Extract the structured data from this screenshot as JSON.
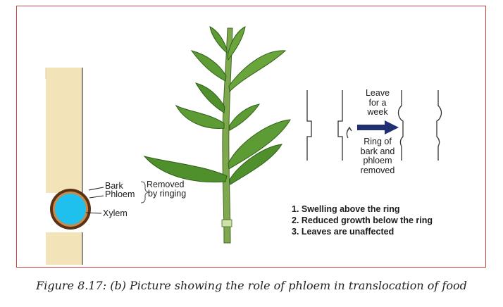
{
  "labels": {
    "bark": "Bark",
    "phloem": "Phloem",
    "xylem": "Xylem",
    "removed_line1": "Removed",
    "removed_line2": "by ringing",
    "leave_line1": "Leave",
    "leave_line2": "for a",
    "leave_line3": "week",
    "ring_line1": "Ring of",
    "ring_line2": "bark and",
    "ring_line3": "phloem",
    "ring_line4": "removed"
  },
  "observations": [
    "1. Swelling above the ring",
    "2. Reduced growth below the ring",
    "3. Leaves are unaffected"
  ],
  "caption": "Figure 8.17: (b) Picture showing the role of phloem in translocation of food",
  "colors": {
    "frame_border": "#c9453f",
    "stem_tan": "#f3e3b8",
    "bark_brown": "#5a3216",
    "xylem_blue": "#1fc0ee",
    "leaf_green": "#4f8f2c",
    "arrow_navy": "#1e2f73"
  }
}
